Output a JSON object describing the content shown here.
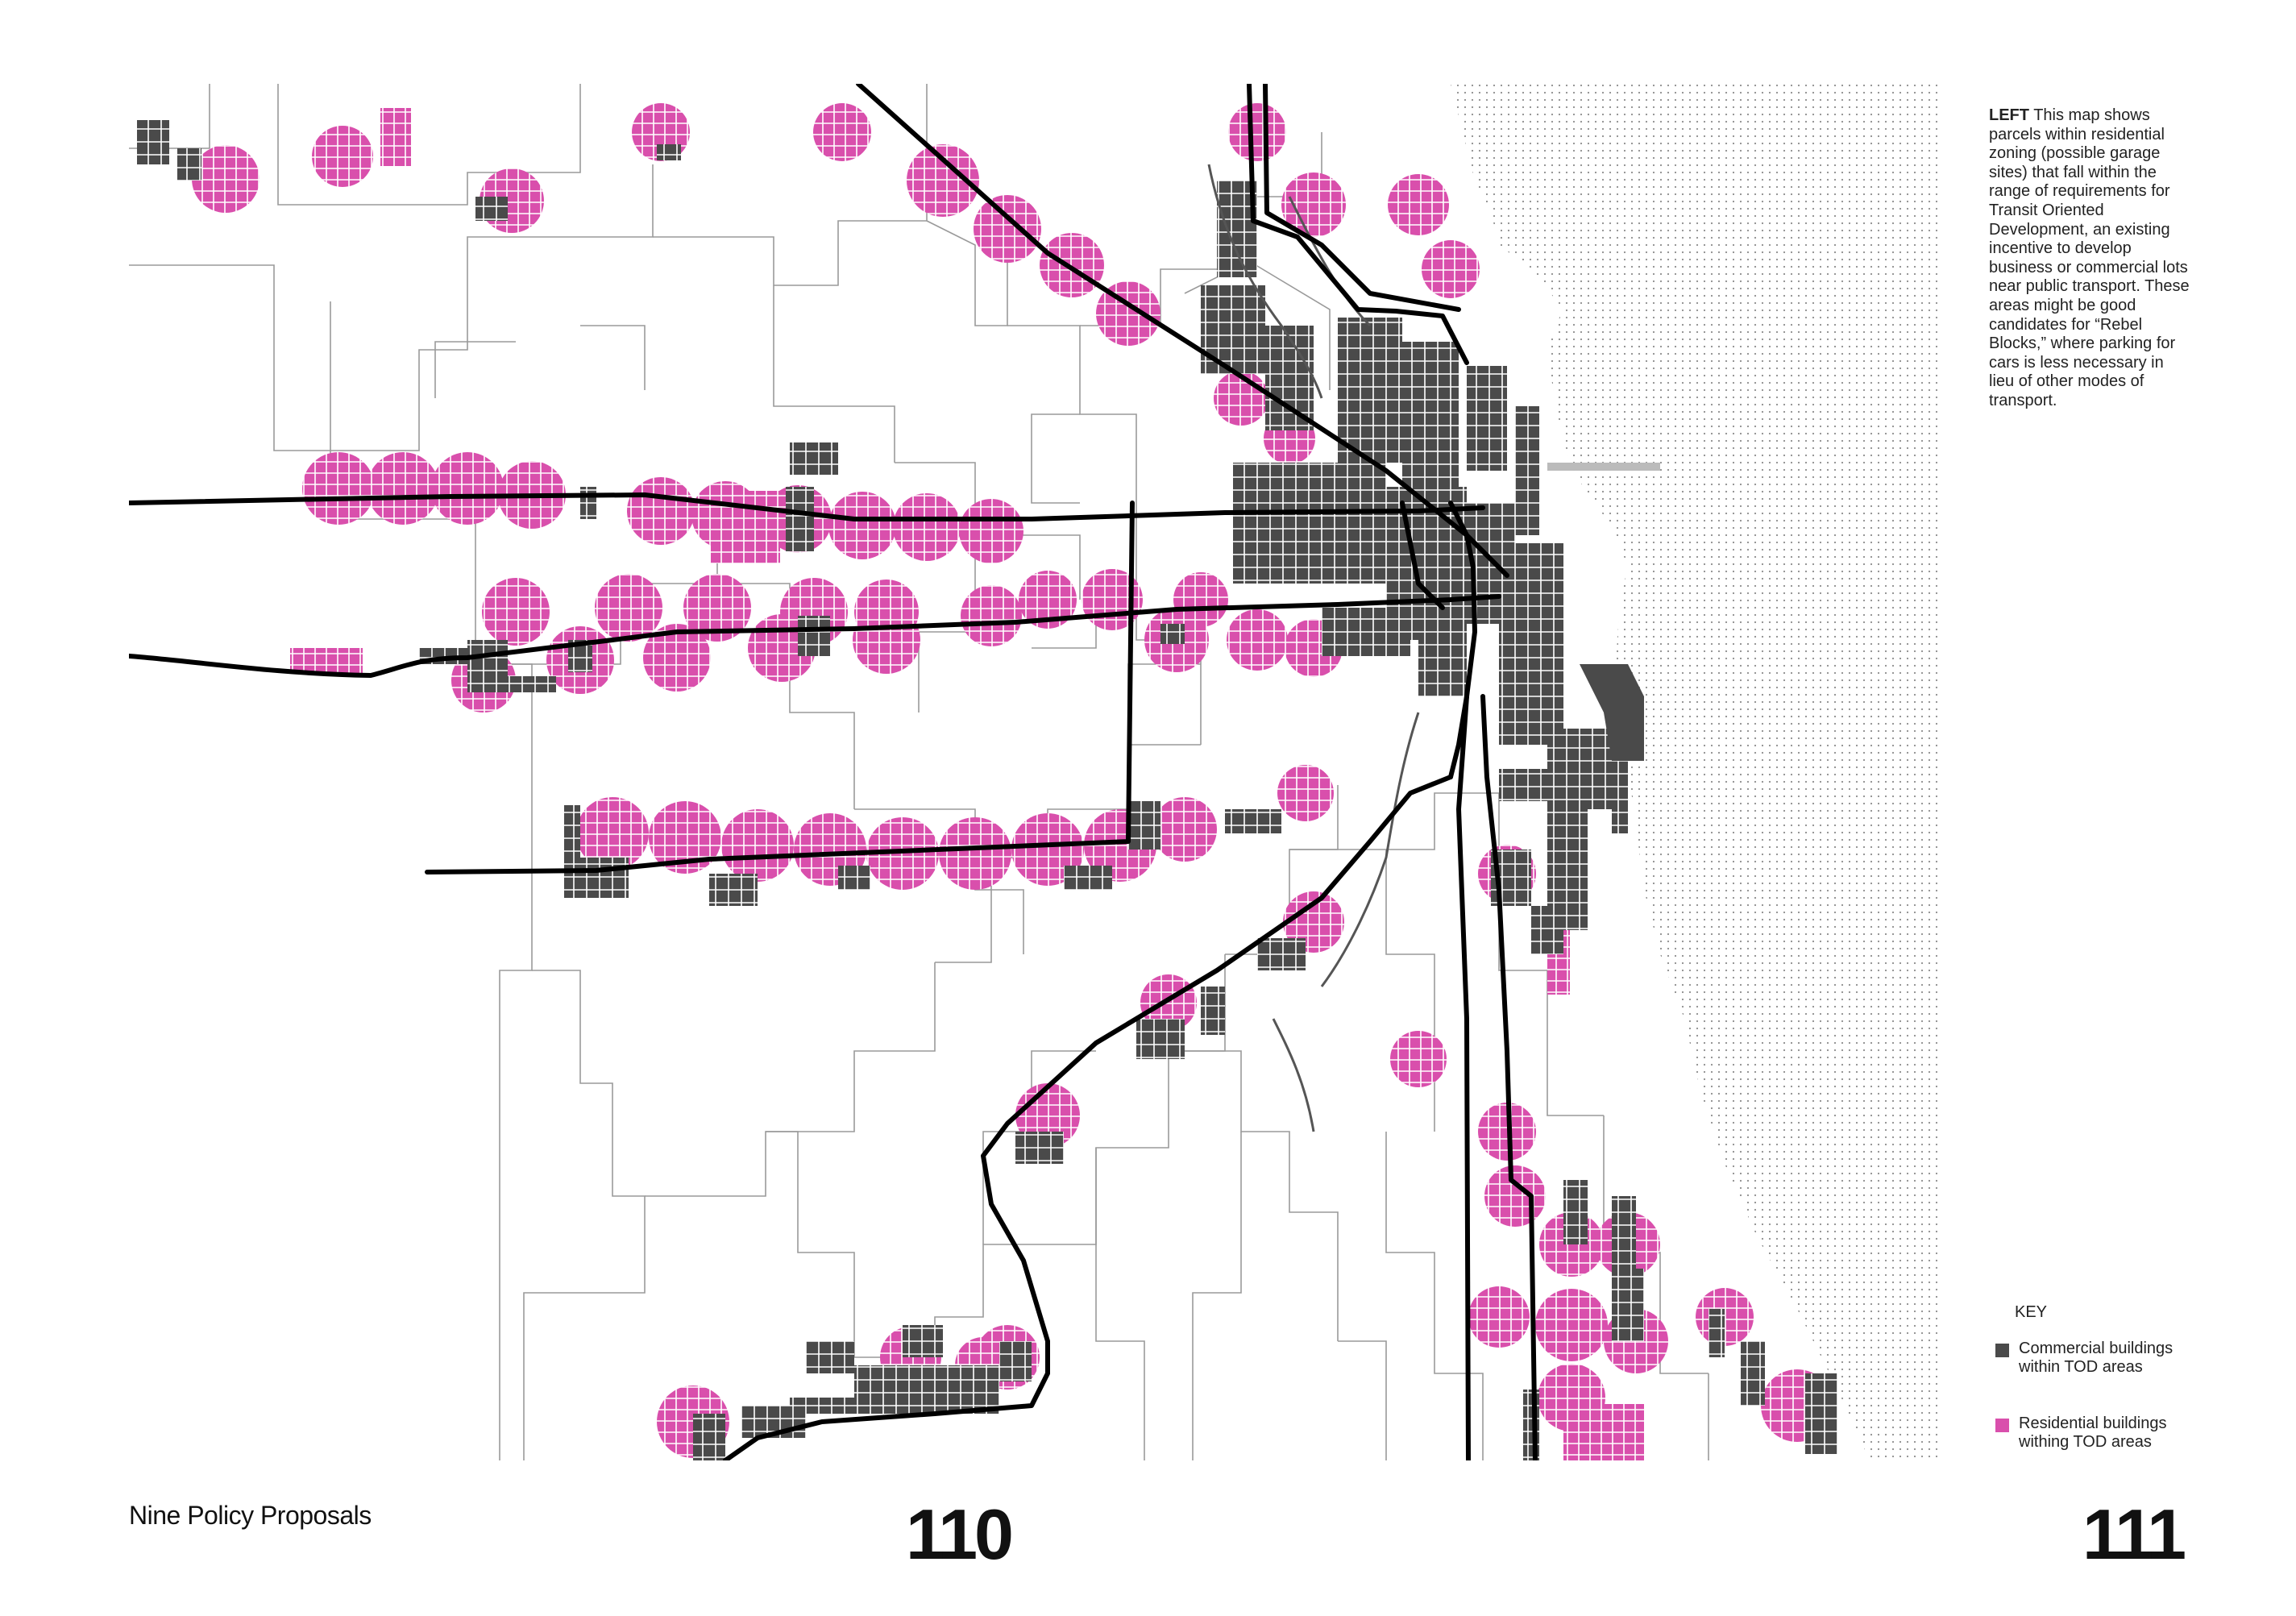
{
  "caption": {
    "lead": "LEFT",
    "text": " This map shows parcels within residential zoning (possible garage sites) that fall within the range of requirements for Transit Oriented Development, an existing incentive to develop business or commercial lots near public transport. These areas might be good candidates for “Rebel Blocks,” where parking for cars is less necessary in lieu of other modes of transport."
  },
  "key": {
    "title": "KEY",
    "items": [
      {
        "label": "Commercial buildings within TOD areas",
        "color": "#4a4a4a"
      },
      {
        "label": "Residential buildings withing TOD areas",
        "color": "#d94fac"
      }
    ]
  },
  "footer": {
    "section": "Nine Policy Proposals",
    "page_left": "110",
    "page_right": "111"
  },
  "colors": {
    "residential": "#d94fac",
    "commercial": "#4a4a4a",
    "transit": "#000000",
    "boundary": "#9a9a9a",
    "lake_dots": "#8c8c8c"
  }
}
